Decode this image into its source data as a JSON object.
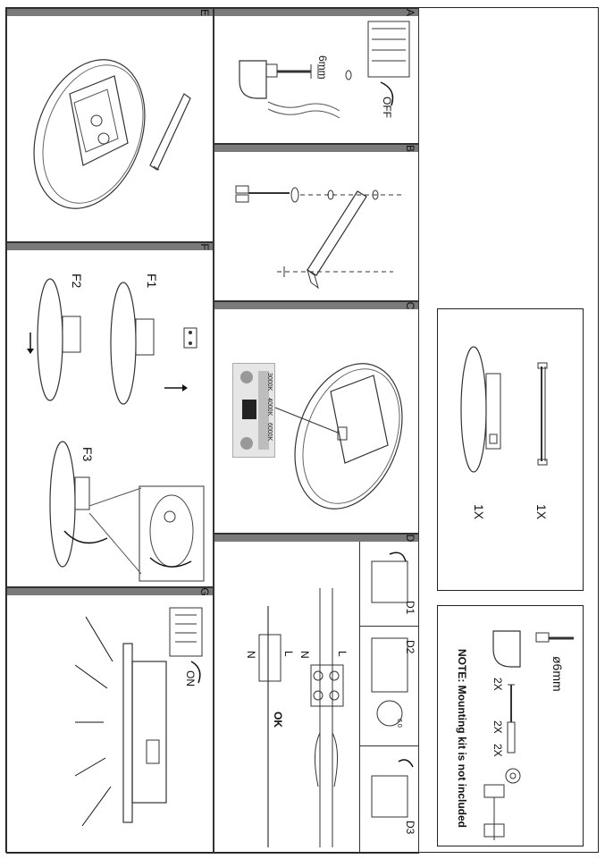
{
  "steps": {
    "A": {
      "letter": "A",
      "drill_size": "6mm",
      "switch_label": "OFF"
    },
    "B": {
      "letter": "B"
    },
    "C": {
      "letter": "C",
      "cct_labels": [
        "3000K",
        "4000K",
        "6000K"
      ]
    },
    "D": {
      "letter": "D",
      "sub_labels": [
        "D1",
        "D2",
        "D3"
      ],
      "wire_n": "N",
      "wire_l": "L",
      "ok_label": "OK",
      "d2_size": "6.0"
    },
    "E": {
      "letter": "E"
    },
    "F": {
      "letter": "F",
      "sub_labels": [
        "F1",
        "F2",
        "F3"
      ]
    },
    "G": {
      "letter": "G",
      "switch_label": "ON"
    }
  },
  "contents": {
    "fixture_qty": "1X",
    "bracket_qty": "1X"
  },
  "kit": {
    "drill_size": "ø6mm",
    "screw_qty": "2X",
    "anchor_qty": "2X",
    "washer_qty": "2X",
    "note": "NOTE: Mounting kit is not included"
  }
}
